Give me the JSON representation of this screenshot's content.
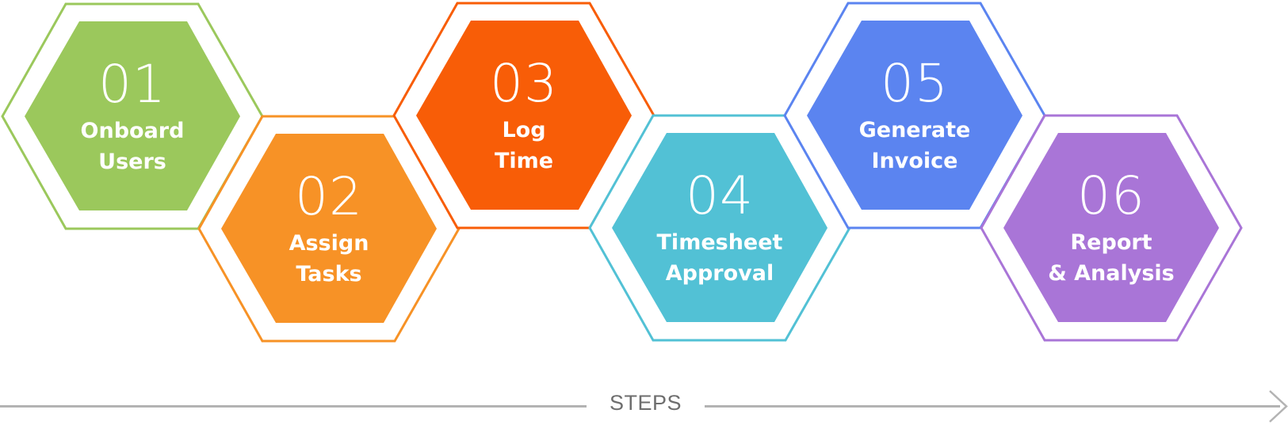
{
  "diagram": {
    "type": "hexagon-process-flow",
    "steps": [
      {
        "number": "01",
        "label": "Onboard\nUsers",
        "color": "#9BC85C",
        "outline": "#9BC85C"
      },
      {
        "number": "02",
        "label": "Assign\nTasks",
        "color": "#F79226",
        "outline": "#F79226"
      },
      {
        "number": "03",
        "label": "Log\nTime",
        "color": "#F85D07",
        "outline": "#F85D07"
      },
      {
        "number": "04",
        "label": "Timesheet\nApproval",
        "color": "#52C1D5",
        "outline": "#52C1D5"
      },
      {
        "number": "05",
        "label": "Generate\nInvoice",
        "color": "#5B84F0",
        "outline": "#5B84F0"
      },
      {
        "number": "06",
        "label": "Report\n& Analysis",
        "color": "#A975D7",
        "outline": "#A975D7"
      }
    ],
    "axis": {
      "label": "STEPS",
      "line_color": "#B3B3B3",
      "label_color": "#6E6E6E",
      "direction": "right-arrow-icon"
    }
  }
}
